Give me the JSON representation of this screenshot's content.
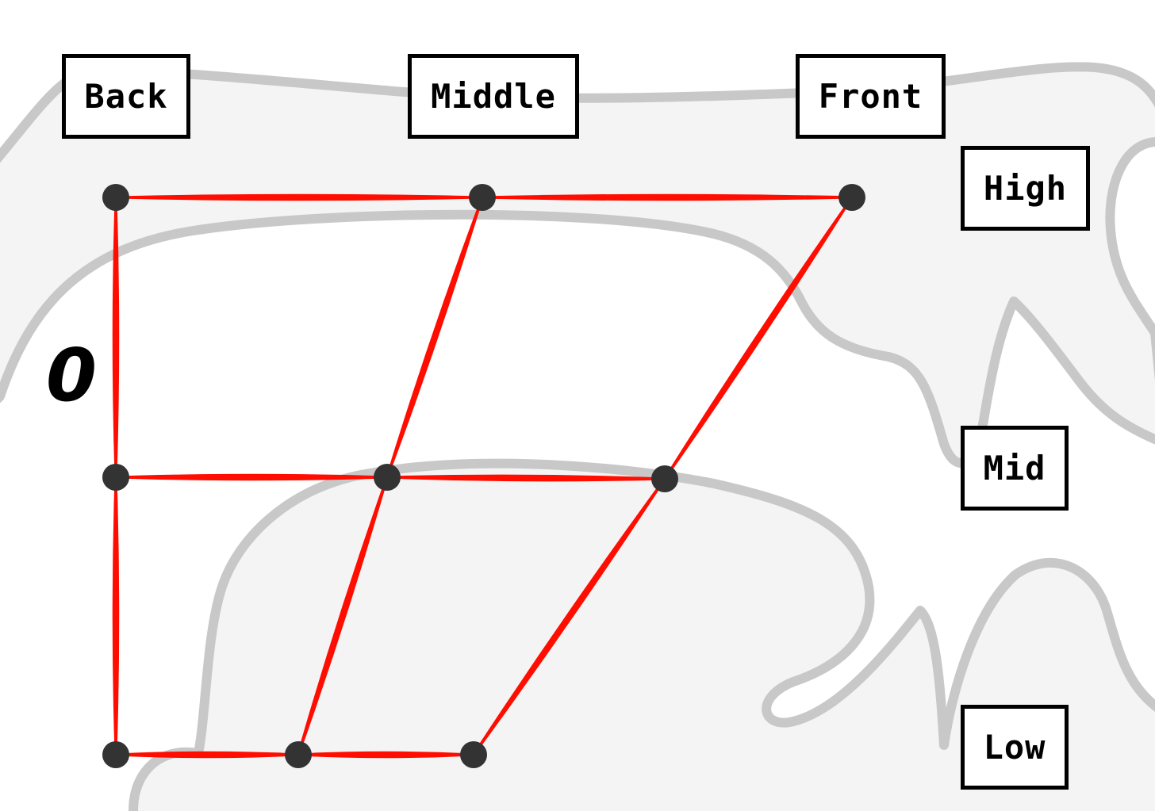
{
  "columns": {
    "back": "Back",
    "middle": "Middle",
    "front": "Front"
  },
  "rows": {
    "high": "High",
    "mid": "Mid",
    "low": "Low"
  },
  "zero_label": "0",
  "colors": {
    "edge": "#ff0d00",
    "node": "#333333",
    "background_shape": "#f4f4f4",
    "background_outline": "#c8c8c8",
    "box_border": "#000000"
  },
  "nodes": [
    {
      "id": "back-high"
    },
    {
      "id": "middle-high"
    },
    {
      "id": "front-high"
    },
    {
      "id": "back-mid"
    },
    {
      "id": "middle-mid"
    },
    {
      "id": "front-mid"
    },
    {
      "id": "back-low"
    },
    {
      "id": "middle-low"
    },
    {
      "id": "front-low"
    }
  ],
  "edges": [
    [
      "back-high",
      "middle-high"
    ],
    [
      "middle-high",
      "front-high"
    ],
    [
      "back-mid",
      "middle-mid"
    ],
    [
      "middle-mid",
      "front-mid"
    ],
    [
      "back-low",
      "middle-low"
    ],
    [
      "middle-low",
      "front-low"
    ],
    [
      "back-high",
      "back-mid"
    ],
    [
      "back-mid",
      "back-low"
    ],
    [
      "middle-high",
      "middle-mid"
    ],
    [
      "middle-mid",
      "middle-low"
    ],
    [
      "front-high",
      "front-mid"
    ],
    [
      "front-mid",
      "front-low"
    ]
  ]
}
